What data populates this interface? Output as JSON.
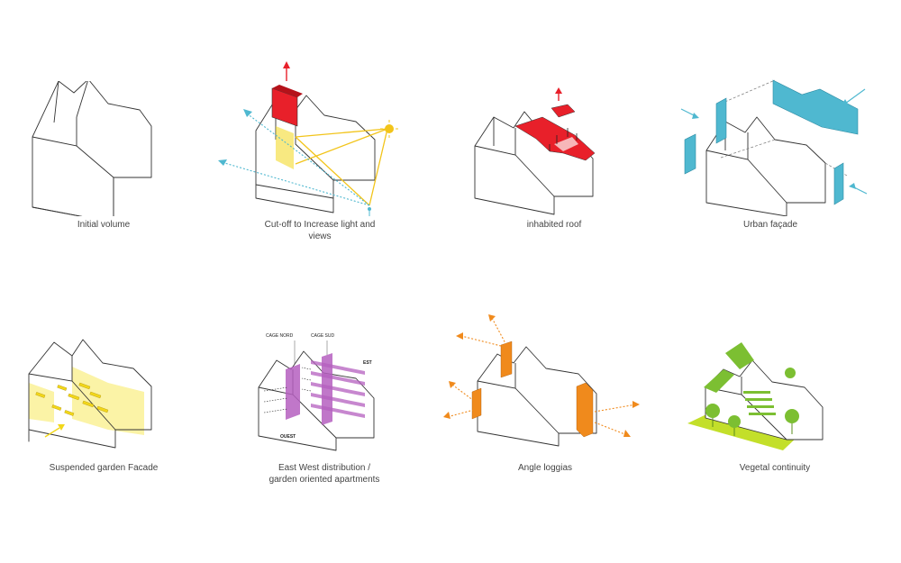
{
  "colors": {
    "red": "#e8202a",
    "blue": "#4fb8d0",
    "yellow": "#f2d71a",
    "yellow_light": "#fbf3a6",
    "purple": "#b55fbf",
    "orange": "#f08a1c",
    "green": "#7cbf32",
    "green_light": "#c3df2a",
    "line": "#333333"
  },
  "icons": [
    "arrow-icon",
    "sun-icon",
    "person-icon",
    "tree-icon"
  ],
  "diagrams": [
    {
      "caption": [
        "Initial volume"
      ]
    },
    {
      "caption": [
        "Cut-off to Increase light and",
        "views"
      ]
    },
    {
      "caption": [
        "inhabited roof"
      ]
    },
    {
      "caption": [
        "Urban façade"
      ]
    },
    {
      "caption": [
        "Suspended garden Facade"
      ]
    },
    {
      "caption": [
        "East West  distribution /",
        "garden oriented apartments"
      ],
      "labels": {
        "north": "CAGE NORD",
        "south": "CAGE SUD",
        "east": "EST",
        "west": "OUEST"
      }
    },
    {
      "caption": [
        "Angle loggias"
      ]
    },
    {
      "caption": [
        "Vegetal continuity"
      ]
    }
  ]
}
